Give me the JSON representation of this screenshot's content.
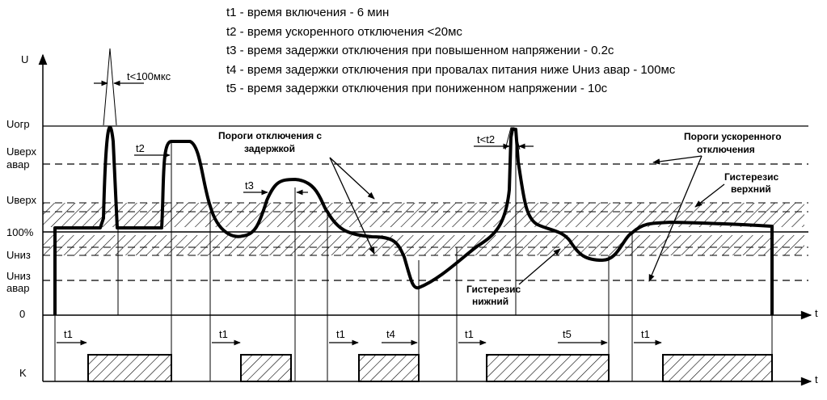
{
  "legend": [
    "t1 - время включения - 6 мин",
    "t2 - время ускоренного отключения <20мс",
    "t3 - время задержки отключения при повышенном напряжении - 0.2с",
    "t4 - время задержки отключения при провалах питания ниже Uниз авар  - 100мс",
    "t5 - время задержки отключения при пониженном напряжении - 10с"
  ],
  "axes": {
    "u_label": "U",
    "k_label": "K",
    "t_label": "t"
  },
  "levels": {
    "uorg": "Uогр",
    "uverh_avar_1": "Uверх",
    "uverh_avar_2": "авар",
    "uverh": "Uверх",
    "nominal": "100%",
    "uniz": "Uниз",
    "uniz_avar_1": "Uниз",
    "uniz_avar_2": "авар",
    "zero": "0"
  },
  "timings": {
    "spike": "t<100мкс",
    "t2": "t2",
    "t3": "t3",
    "t_lt_t2": "t<t2",
    "t1": "t1",
    "t4": "t4",
    "t5": "t5"
  },
  "annotations": {
    "delay_thresholds_1": "Пороги отключения с",
    "delay_thresholds_2": "задержкой",
    "fast_thresholds_1": "Пороги ускоренного",
    "fast_thresholds_2": "отключения",
    "hyst_upper_1": "Гистерезис",
    "hyst_upper_2": "верхний",
    "hyst_lower_1": "Гистерезис",
    "hyst_lower_2": "нижний"
  },
  "k_pulses": 5
}
